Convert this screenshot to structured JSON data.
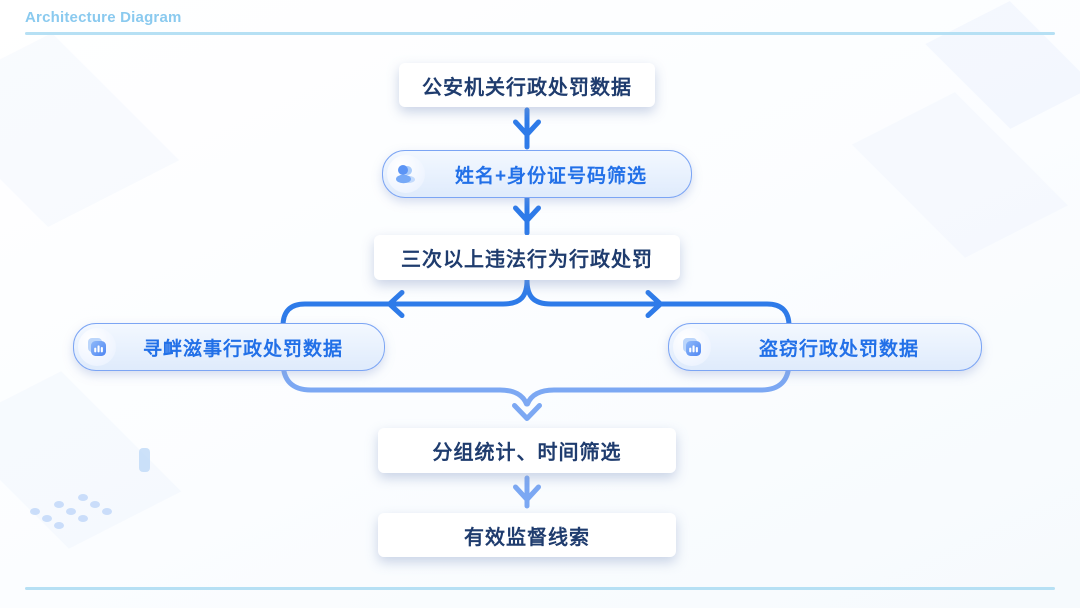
{
  "header": {
    "title": "Architecture Diagram"
  },
  "colors": {
    "header_text": "#8ACAEF",
    "divider_line": "#B6E0F4",
    "connector_strong": "#2E7BE9",
    "connector_light": "#7CA8F3",
    "box_text": "#1F3C6E",
    "pill_text": "#2270E8",
    "pill_border": "#7CA5F4",
    "pill_background": "#E9F2FE",
    "box_background": "#FFFFFF"
  },
  "flow": {
    "nodes": [
      {
        "id": "police-data",
        "type": "box",
        "label": "公安机关行政处罚数据"
      },
      {
        "id": "identity-filter",
        "type": "pill",
        "icon": "person-icon",
        "label": "姓名+身份证号码筛选"
      },
      {
        "id": "three-violations",
        "type": "box",
        "label": "三次以上违法行为行政处罚"
      },
      {
        "id": "provocation-data",
        "type": "pill",
        "icon": "bar-chart-icon",
        "label": "寻衅滋事行政处罚数据"
      },
      {
        "id": "theft-data",
        "type": "pill",
        "icon": "bar-chart-icon",
        "label": "盗窃行政处罚数据"
      },
      {
        "id": "group-statistics",
        "type": "box",
        "label": "分组统计、时间筛选"
      },
      {
        "id": "supervision-clues",
        "type": "box",
        "label": "有效监督线索"
      }
    ]
  }
}
